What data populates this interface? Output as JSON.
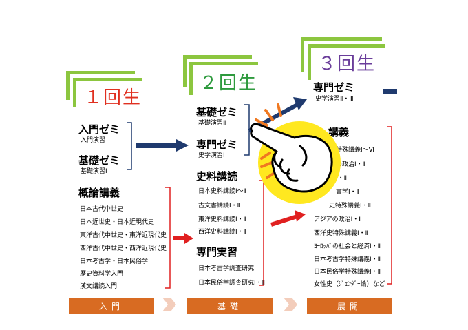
{
  "stages": [
    {
      "title": "１回生",
      "color": "#e03020"
    },
    {
      "title": "２回生",
      "color": "#2e9a3e"
    },
    {
      "title": "３回生",
      "color": "#6a3d9a"
    }
  ],
  "col1": {
    "nyumon": {
      "title": "入門ゼミ",
      "sub": "入門演習"
    },
    "kiso": {
      "title": "基礎ゼミ",
      "sub": "基礎演習Ⅰ"
    },
    "gairon": {
      "title": "概論講義",
      "items": [
        "日本古代中世史",
        "日本近世史・日本近現代史",
        "東洋古代中世史・東洋近現代史",
        "西洋古代中世史・西洋近現代史",
        "日本考古学・日本民俗学",
        "歴史資料学入門",
        "漢文講読入門"
      ]
    }
  },
  "col2": {
    "kiso": {
      "title": "基礎ゼミ",
      "sub": "基礎演習Ⅱ"
    },
    "senmon": {
      "title": "専門ゼミ",
      "sub": "史学演習Ⅰ"
    },
    "shiryo": {
      "title": "史料講読",
      "items": [
        "日本史料講読Ⅰ～Ⅱ",
        "古文書講読Ⅰ・Ⅱ",
        "東洋史料講読Ⅰ・Ⅱ",
        "西洋史料講読Ⅰ・Ⅱ"
      ]
    },
    "jisshu": {
      "title": "専門実習",
      "items": [
        "日本考古学調査研究",
        "日本民俗学調査研究Ⅰ・Ⅱ"
      ]
    }
  },
  "col3": {
    "senmon": {
      "title": "専門ゼミ",
      "sub": "史学演習Ⅱ・Ⅲ"
    },
    "kogi": {
      "title": "講義",
      "items": [
        "特殊講義Ⅰ～Ⅵ",
        "の政治Ⅰ・Ⅱ",
        "Ⅰ・Ⅱ",
        "書学Ⅰ・Ⅱ",
        "史特殊講義Ⅰ・Ⅱ",
        "アジアの政治Ⅰ・Ⅱ",
        "西洋史特殊講義Ⅰ・Ⅱ",
        "ﾖｰﾛｯﾊﾟの社会と経済Ⅰ・Ⅱ",
        "日本考古学特殊講義Ⅰ・Ⅱ",
        "日本民俗学特殊講義Ⅰ・Ⅱ",
        "女性史（ｼﾞｪﾝﾀﾞｰ論）など"
      ]
    }
  },
  "bars": [
    "入門",
    "基礎",
    "展開"
  ],
  "colors": {
    "stair": "#8cc63f",
    "navy": "#1f3a6e",
    "red": "#e02020",
    "bar": "#d86b22",
    "chevron": "#f3cdbb",
    "hand": "#ffe820"
  },
  "icon": "pointing-hand-icon"
}
